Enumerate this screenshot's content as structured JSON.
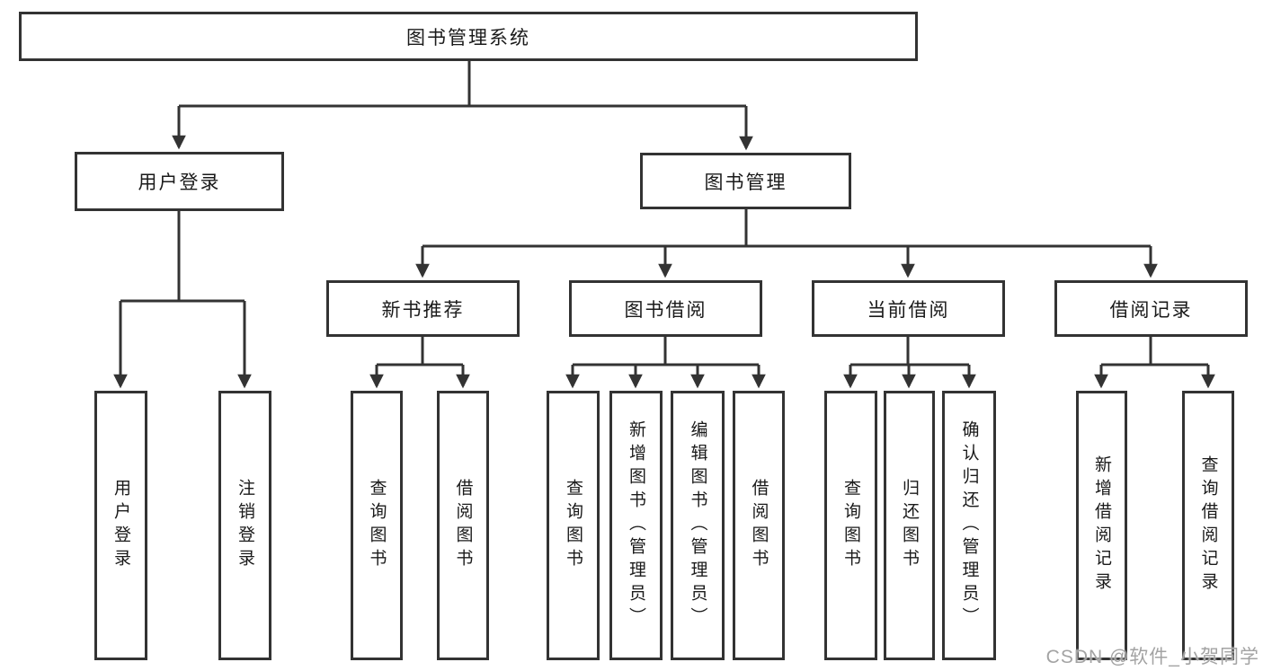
{
  "tree": {
    "root": {
      "label": "图书管理系统"
    },
    "children": [
      {
        "label": "用户登录",
        "children": [
          {
            "label": "用户登录"
          },
          {
            "label": "注销登录"
          }
        ]
      },
      {
        "label": "图书管理",
        "children": [
          {
            "label": "新书推荐",
            "children": [
              {
                "label": "查询图书"
              },
              {
                "label": "借阅图书"
              }
            ]
          },
          {
            "label": "图书借阅",
            "children": [
              {
                "label": "查询图书"
              },
              {
                "label": "新增图书（管理员）"
              },
              {
                "label": "编辑图书（管理员）"
              },
              {
                "label": "借阅图书"
              }
            ]
          },
          {
            "label": "当前借阅",
            "children": [
              {
                "label": "查询图书"
              },
              {
                "label": "归还图书"
              },
              {
                "label": "确认归还（管理员）"
              }
            ]
          },
          {
            "label": "借阅记录",
            "children": [
              {
                "label": "新增借阅记录"
              },
              {
                "label": "查询借阅记录"
              }
            ]
          }
        ]
      }
    ]
  },
  "watermark": {
    "text": "CSDN @软件_小贺同学"
  },
  "colors": {
    "line": "#333333",
    "text": "#1a1a1a",
    "background": "#ffffff",
    "watermark": "#a3a3a3"
  }
}
